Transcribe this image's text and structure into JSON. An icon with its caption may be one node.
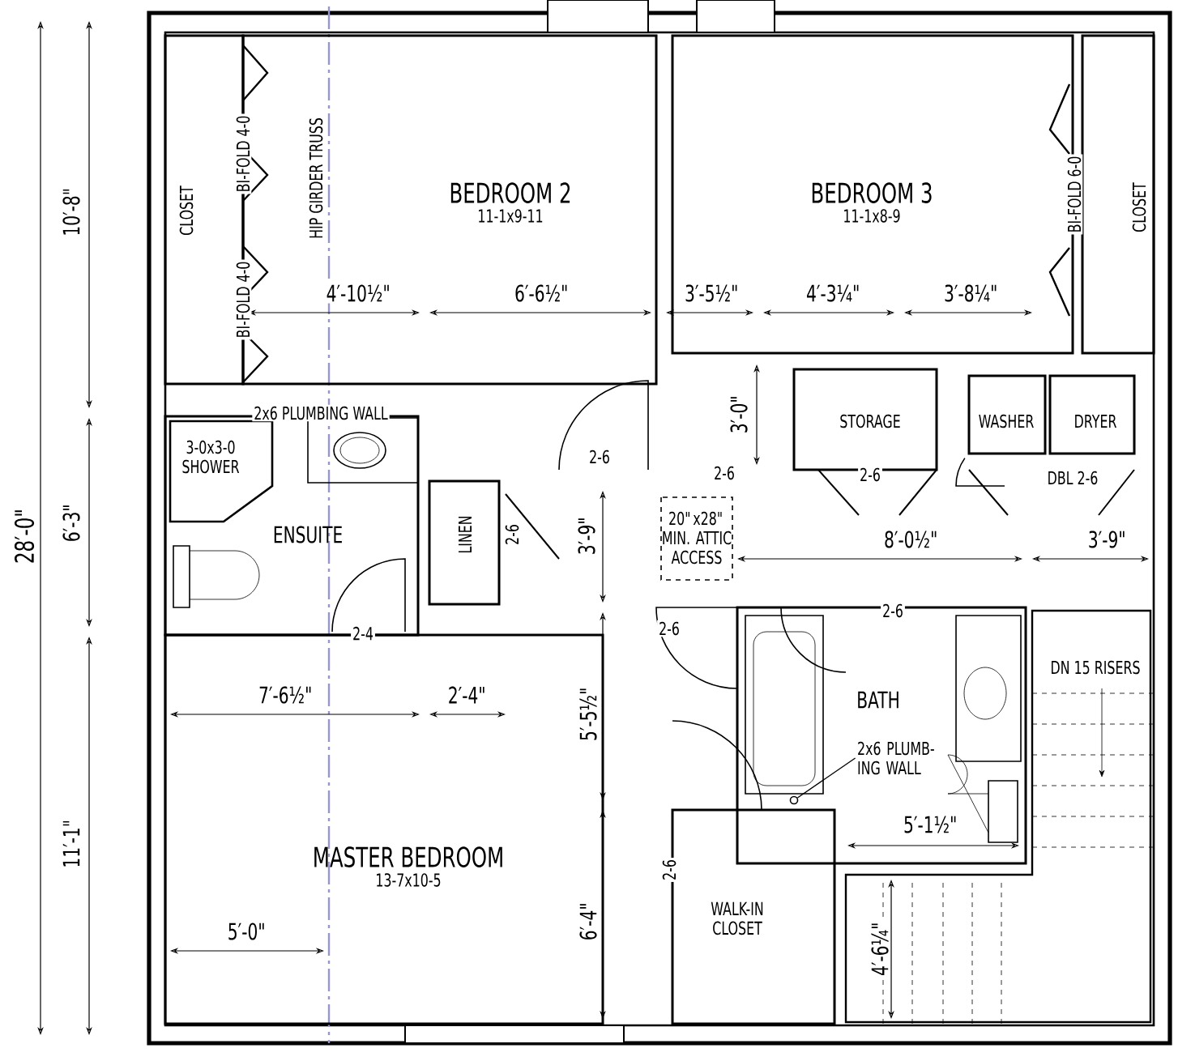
{
  "diagram": {
    "nodes": [
      {
        "text": [
          "CLOSET"
        ]
      },
      {
        "text": [
          "BEDROOM 2",
          "11-1x9-11"
        ]
      },
      {
        "text": [
          "BEDROOM 3",
          "11-1x8-9"
        ]
      },
      {
        "text": [
          "CLOSET"
        ]
      },
      {
        "text": [
          "ENSUITE"
        ]
      },
      {
        "text": [
          "3-0x3-0 SHOWER"
        ],
        "in": 4
      },
      {
        "text": [
          "LINEN"
        ],
        "beside": [
          "2-6"
        ]
      },
      {
        "text": [
          "20\"x28\" MIN. ATTIC ACCESS"
        ]
      },
      {
        "text": [
          "STORAGE"
        ]
      },
      {
        "text": [
          "WASHER"
        ]
      },
      {
        "text": [
          "DRYER"
        ]
      },
      {
        "text": [
          "BATH"
        ]
      },
      {
        "text": [
          "MASTER BEDROOM",
          "13-7x10-5"
        ]
      },
      {
        "text": [
          "WALK-IN CLOSET"
        ]
      },
      {
        "text": [
          "2x6 PLUMB- ING WALL"
        ],
        "in": 11
      },
      {
        "text": [],
        "shape": "circle",
        "in": 11
      }
    ],
    "edges": [
      {
        "from": 14,
        "to": 15,
        "arrow": "none"
      }
    ],
    "labels": [
      "BI-FOLD 4-0",
      "HIP GIRDER TRUSS",
      "BI-FOLD 4-0",
      "BI-FOLD 6-0",
      "4′-10½\"",
      "6′-6½\"",
      "3′-5½\"",
      "4′-3¼\"",
      "3′-8¼\"",
      "10′-8\"",
      "2x6 PLUMBING WALL",
      "3′-0\"",
      "2-6",
      "2-6",
      "2-6",
      "DBL 2-6",
      "28′-0\"",
      "6′-3\"",
      "3′-9\"",
      "8′-0½\"",
      "3′-9\"",
      "2-4",
      "2-6",
      "2-6",
      "DN 15 RISERS",
      "7′-6½\"",
      "2′-4\"",
      "5′-5½\"",
      "11′-1\"",
      "2-6",
      "5′-1½\"",
      "5′-0\"",
      "6′-4\"",
      "4′-6¼\""
    ]
  }
}
